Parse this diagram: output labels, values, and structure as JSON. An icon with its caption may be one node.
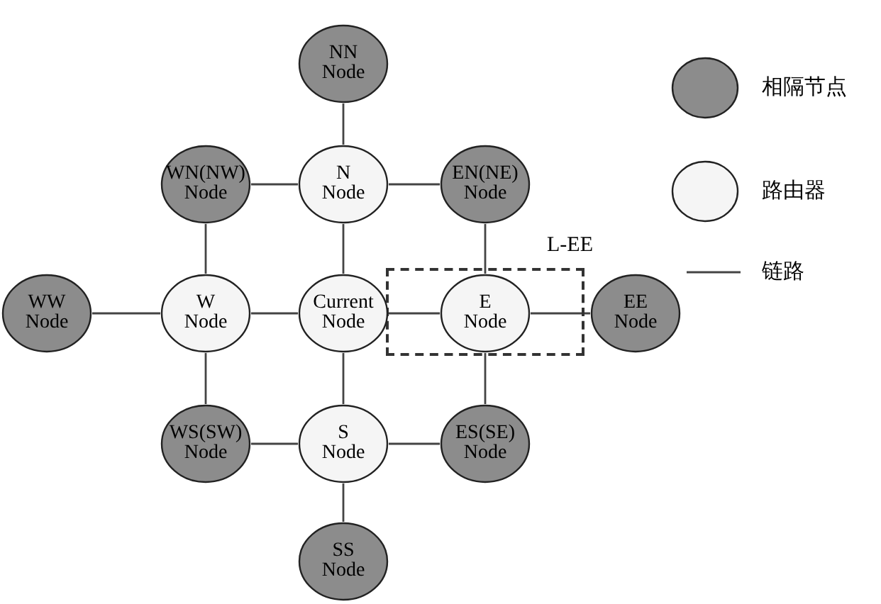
{
  "diagram": {
    "nodes": [
      {
        "text": [
          "NN Node"
        ]
      },
      {
        "text": [
          "WN(NW) Node"
        ]
      },
      {
        "text": [
          "N Node"
        ]
      },
      {
        "text": [
          "EN(NE) Node"
        ]
      },
      {
        "text": [
          "L-EE"
        ]
      },
      {
        "text": [
          "WW Node"
        ]
      },
      {
        "text": [
          "W Node"
        ]
      },
      {
        "text": [
          "Current Node"
        ]
      },
      {
        "text": [
          "E Node"
        ],
        "in": 4
      },
      {
        "text": [
          "EE Node"
        ]
      },
      {
        "text": [
          "WS(SW) Node"
        ]
      },
      {
        "text": [
          "S Node"
        ]
      },
      {
        "text": [
          "ES(SE) Node"
        ]
      },
      {
        "text": [
          "SS Node"
        ]
      }
    ],
    "edges": [
      {
        "from": 0,
        "to": 2,
        "arrow": "none"
      },
      {
        "from": 1,
        "to": 2,
        "arrow": "none"
      },
      {
        "from": 2,
        "to": 3,
        "arrow": "none"
      },
      {
        "from": 1,
        "to": 6,
        "arrow": "none"
      },
      {
        "from": 2,
        "to": 7,
        "arrow": "none"
      },
      {
        "from": 3,
        "to": 8,
        "arrow": "none"
      },
      {
        "from": 5,
        "to": 6,
        "arrow": "none"
      },
      {
        "from": 6,
        "to": 7,
        "arrow": "none"
      },
      {
        "from": 7,
        "to": 8,
        "arrow": "none"
      },
      {
        "from": 8,
        "to": 9,
        "arrow": "none"
      },
      {
        "from": 6,
        "to": 10,
        "arrow": "none"
      },
      {
        "from": 7,
        "to": 11,
        "arrow": "none"
      },
      {
        "from": 8,
        "to": 12,
        "arrow": "none"
      },
      {
        "from": 10,
        "to": 11,
        "arrow": "none"
      },
      {
        "from": 11,
        "to": 12,
        "arrow": "none"
      },
      {
        "from": 11,
        "to": 13,
        "arrow": "none"
      }
    ],
    "legend": [
      {
        "text": "相隔节点",
        "color": "#8c8c8c"
      },
      {
        "text": "路由器",
        "color": "#f5f5f5"
      },
      {
        "text": "链路"
      }
    ]
  }
}
